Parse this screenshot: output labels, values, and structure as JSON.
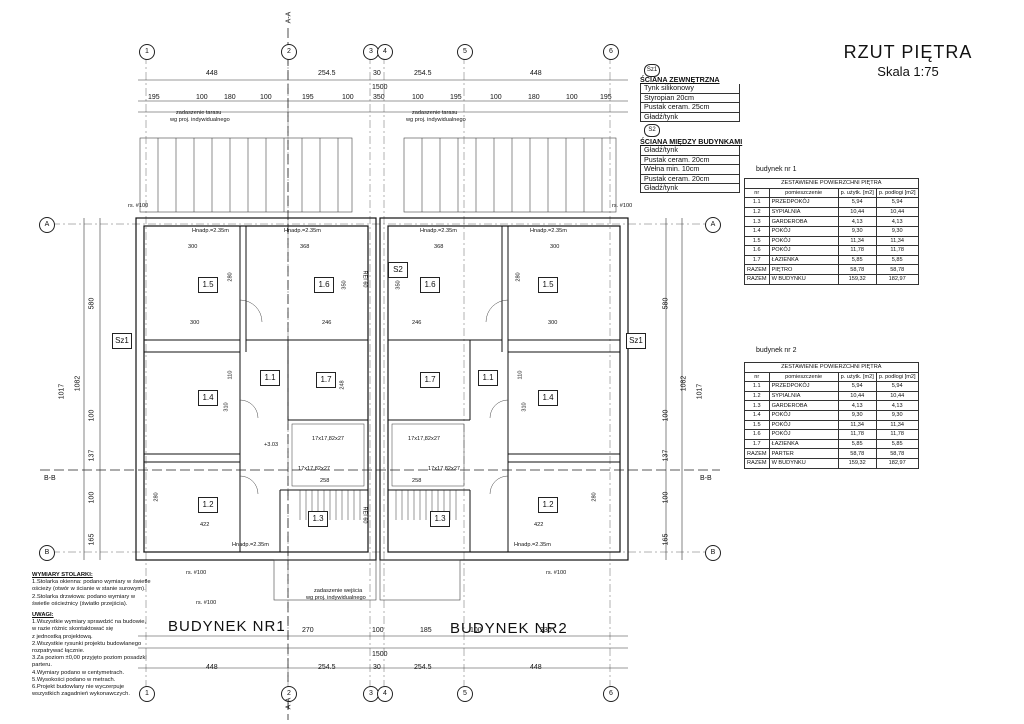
{
  "title": "RZUT PIĘTRA",
  "scale": "Skala 1:75",
  "wall_sz1": {
    "tag": "Sz1",
    "heading": "ŚCIANA ZEWNĘTRZNA",
    "layers": [
      "Tynk silikonowy",
      "Styropian 20cm",
      "Pustak ceram. 25cm",
      "Gładź/tynk"
    ]
  },
  "wall_s2": {
    "tag": "S2",
    "heading": "ŚCIANA MIĘDZY BUDYNKAMI",
    "layers": [
      "Gładź/tynk",
      "Pustak ceram. 20cm",
      "Wełna min. 10cm",
      "Pustak ceram. 20cm",
      "Gładź/tynk"
    ]
  },
  "table_headers": {
    "caption": "ZESTAWIENIE POWIERZCHNI PIĘTRA",
    "col_nr": "nr",
    "col_room": "pomieszczenie",
    "col_usable": "p. użytk. [m2]",
    "col_floor": "p. podłogi [m2]"
  },
  "building1_table": {
    "label": "budynek nr 1",
    "rows": [
      [
        "1.1",
        "PRZEDPOKÓJ",
        "5,94",
        "5,94"
      ],
      [
        "1.2",
        "SYPIALNIA",
        "10,44",
        "10,44"
      ],
      [
        "1.3",
        "GARDEROBA",
        "4,13",
        "4,13"
      ],
      [
        "1.4",
        "POKÓJ",
        "9,30",
        "9,30"
      ],
      [
        "1.5",
        "POKÓJ",
        "11,34",
        "11,34"
      ],
      [
        "1.6",
        "POKÓJ",
        "11,78",
        "11,78"
      ],
      [
        "1.7",
        "ŁAZIENKA",
        "5,85",
        "5,85"
      ]
    ],
    "total_floor": [
      "RAZEM",
      "PIĘTRO",
      "58,78",
      "58,78"
    ],
    "total_building": [
      "RAZEM",
      "W BUDYNKU",
      "159,32",
      "182,97"
    ]
  },
  "building2_table": {
    "label": "budynek nr 2",
    "rows": [
      [
        "1.1",
        "PRZEDPOKÓJ",
        "5,94",
        "5,94"
      ],
      [
        "1.2",
        "SYPIALNIA",
        "10,44",
        "10,44"
      ],
      [
        "1.3",
        "GARDEROBA",
        "4,13",
        "4,13"
      ],
      [
        "1.4",
        "POKÓJ",
        "9,30",
        "9,30"
      ],
      [
        "1.5",
        "POKÓJ",
        "11,34",
        "11,34"
      ],
      [
        "1.6",
        "POKÓJ",
        "11,78",
        "11,78"
      ],
      [
        "1.7",
        "ŁAZIENKA",
        "5,85",
        "5,85"
      ]
    ],
    "total_floor": [
      "RAZEM",
      "PARTER",
      "58,78",
      "58,78"
    ],
    "total_building": [
      "RAZEM",
      "W BUDYNKU",
      "159,32",
      "182,97"
    ]
  },
  "notes": {
    "heading1": "WYMIARY STOLARKI:",
    "lines1": [
      "1.Stolarka okienna: podano wymiary w świetle",
      "ościeży (otwór w ścianie w stanie surowym).",
      "2.Stolarka drzwiowa: podano wymiary w",
      "świetle ościeżnicy (światło przejścia)."
    ],
    "heading2": "UWAGI:",
    "lines2": [
      "1.Wszystkie wymiary sprawdzić na budowie,",
      "w razie różnic skontaktować się",
      "z jednostką projektową.",
      "2.Wszystkie rysunki projektu budowlanego",
      "rozpatrywać łącznie.",
      "3.Za poziom ±0,00 przyjęto poziom posadzki",
      "parteru.",
      "4.Wymiary podano w centymetrach.",
      "5.Wysokości podano w metrach.",
      "6.Projekt budowlany nie wyczerpuje",
      "wszystkich zagadnień wykonawczych."
    ]
  },
  "building_labels": {
    "b1": "BUDYNEK NR1",
    "b2": "BUDYNEK NR2"
  },
  "axes_vertical": [
    "1",
    "2",
    "3",
    "4",
    "5",
    "6"
  ],
  "axes_horizontal": [
    "A",
    "B"
  ],
  "section_markers": [
    "A-A",
    "B-B"
  ],
  "dims_top_a": [
    "448",
    "254.5",
    "30",
    "254.5",
    "448"
  ],
  "dims_top_b": [
    "195",
    "100",
    "180",
    "100",
    "195",
    "100",
    "350",
    "100",
    "195",
    "100",
    "180",
    "100",
    "195"
  ],
  "dims_overall": "1500",
  "dims_bottom": [
    "448",
    "254.5",
    "30",
    "254.5",
    "448"
  ],
  "dims_bottom_b": [
    "270",
    "100",
    "185",
    "100",
    "230"
  ],
  "dims_left": [
    "580",
    "1082",
    "1017",
    "100",
    "137",
    "100",
    "165"
  ],
  "room_tags_left": [
    "1.5",
    "1.6",
    "1.1",
    "1.7",
    "1.4",
    "1.2",
    "1.3"
  ],
  "room_tags_right": [
    "1.6",
    "1.5",
    "1.7",
    "1.1",
    "1.4",
    "1.3",
    "1.2"
  ],
  "plan_texts": {
    "terrace": "zadaszenie tarasu",
    "terrace_note": "wg proj. indywidualnego",
    "entrance": "zadaszenie wejścia",
    "rs": "rs. #100",
    "hnadp": "Hnadp.=2.35m",
    "stairs": "17x17,82x27",
    "rei": "REI 60",
    "level": "+3.03",
    "d300": "300",
    "d368": "368",
    "d246": "246",
    "d422": "422",
    "d258": "258",
    "d280": "280",
    "d350": "350",
    "d310": "310",
    "d110": "110",
    "d248": "248"
  }
}
